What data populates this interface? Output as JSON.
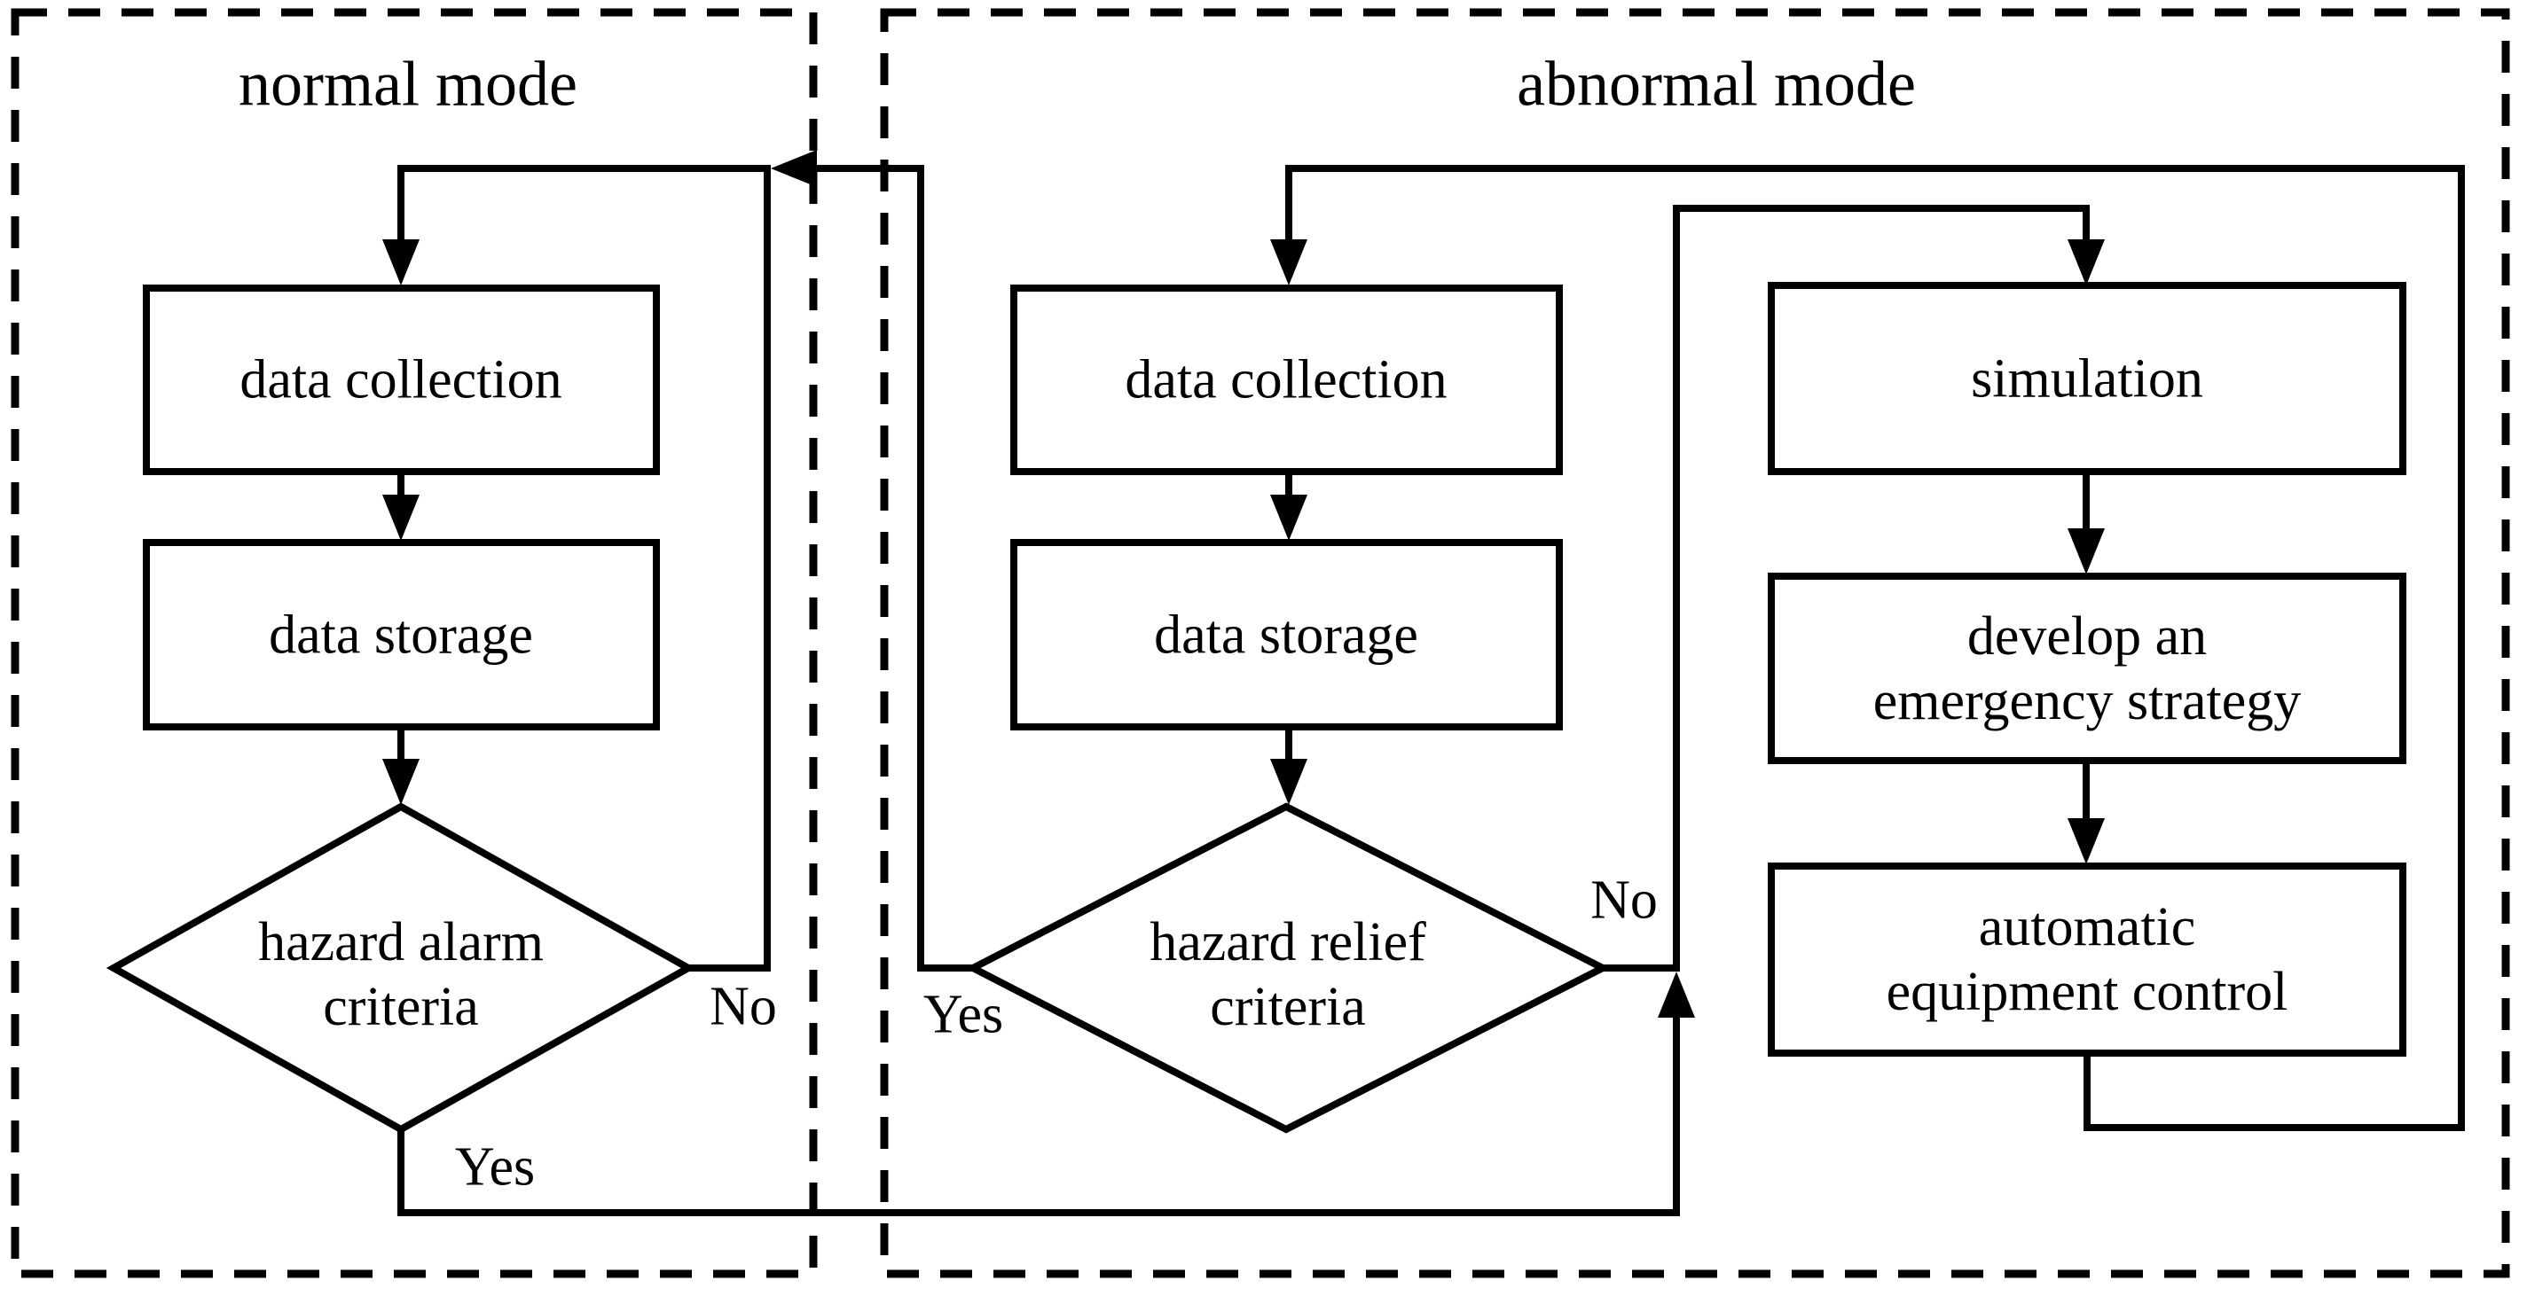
{
  "figure": {
    "type": "flowchart",
    "background_color": "#ffffff",
    "line_color": "#000000",
    "regions": {
      "normal": {
        "title": "normal mode"
      },
      "abnormal": {
        "title": "abnormal mode"
      }
    },
    "nodes": {
      "normal_collection": {
        "label": "data collection",
        "shape": "process"
      },
      "normal_storage": {
        "label": "data storage",
        "shape": "process"
      },
      "normal_decision": {
        "label": "hazard alarm\ncriteria",
        "shape": "decision"
      },
      "abnormal_collection": {
        "label": "data collection",
        "shape": "process"
      },
      "abnormal_storage": {
        "label": "data storage",
        "shape": "process"
      },
      "abnormal_decision": {
        "label": "hazard relief\ncriteria",
        "shape": "decision"
      },
      "simulation": {
        "label": "simulation",
        "shape": "process"
      },
      "strategy": {
        "label": "develop an\nemergency strategy",
        "shape": "process"
      },
      "control": {
        "label": "automatic\nequipment control",
        "shape": "process"
      }
    },
    "edge_labels": {
      "normal_no": "No",
      "normal_yes": "Yes",
      "abnormal_yes": "Yes",
      "abnormal_no": "No"
    },
    "edges": [
      "normal_decision --No--> normal_collection (loop back up)",
      "normal_decision --Yes--> abnormal_decision No-junction (bottom path)",
      "normal_collection -> normal_storage -> normal_decision",
      "abnormal_collection -> abnormal_storage -> abnormal_decision",
      "abnormal_decision --Yes--> normal mode loop (top-left arrow)",
      "abnormal_decision --No--> simulation",
      "simulation -> strategy -> control",
      "control -> abnormal_collection (outer right loop)"
    ]
  }
}
